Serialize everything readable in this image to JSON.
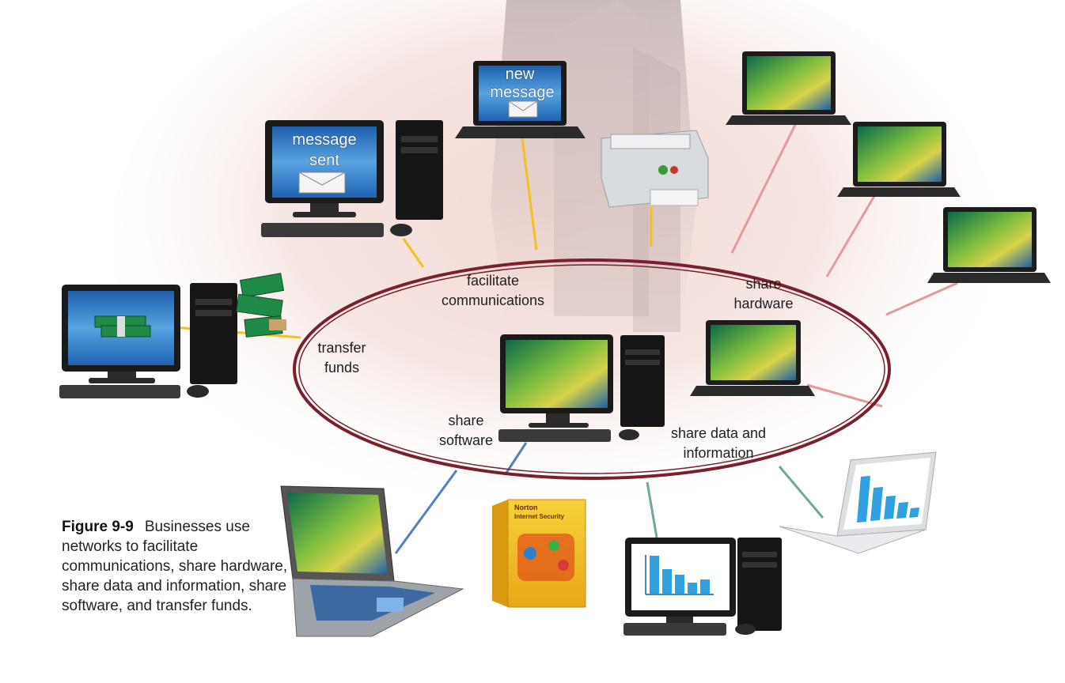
{
  "labels": {
    "facilitate": "facilitate\ncommunications",
    "share_hardware": "share\nhardware",
    "transfer_funds": "transfer\nfunds",
    "share_software": "share\nsoftware",
    "share_data": "share data and\ninformation"
  },
  "screen_text": {
    "new_message": [
      "new",
      "message"
    ],
    "message_sent": [
      "message",
      "sent"
    ]
  },
  "product_box": {
    "brand": "Norton",
    "name": "Internet Security"
  },
  "caption": {
    "figure": "Figure 9-9",
    "text": "Businesses use networks to facilitate communications, share hardware, share data and information, share software, and transfer funds."
  },
  "colors": {
    "ring": "#7a1f2b",
    "link_yellow": "#f2c21b",
    "link_pink": "#e29a9a",
    "link_blue": "#5580c0",
    "link_teal": "#6fa89a",
    "screen_blue": "#2f74c7",
    "chart_bar": "#2fa0e0"
  }
}
